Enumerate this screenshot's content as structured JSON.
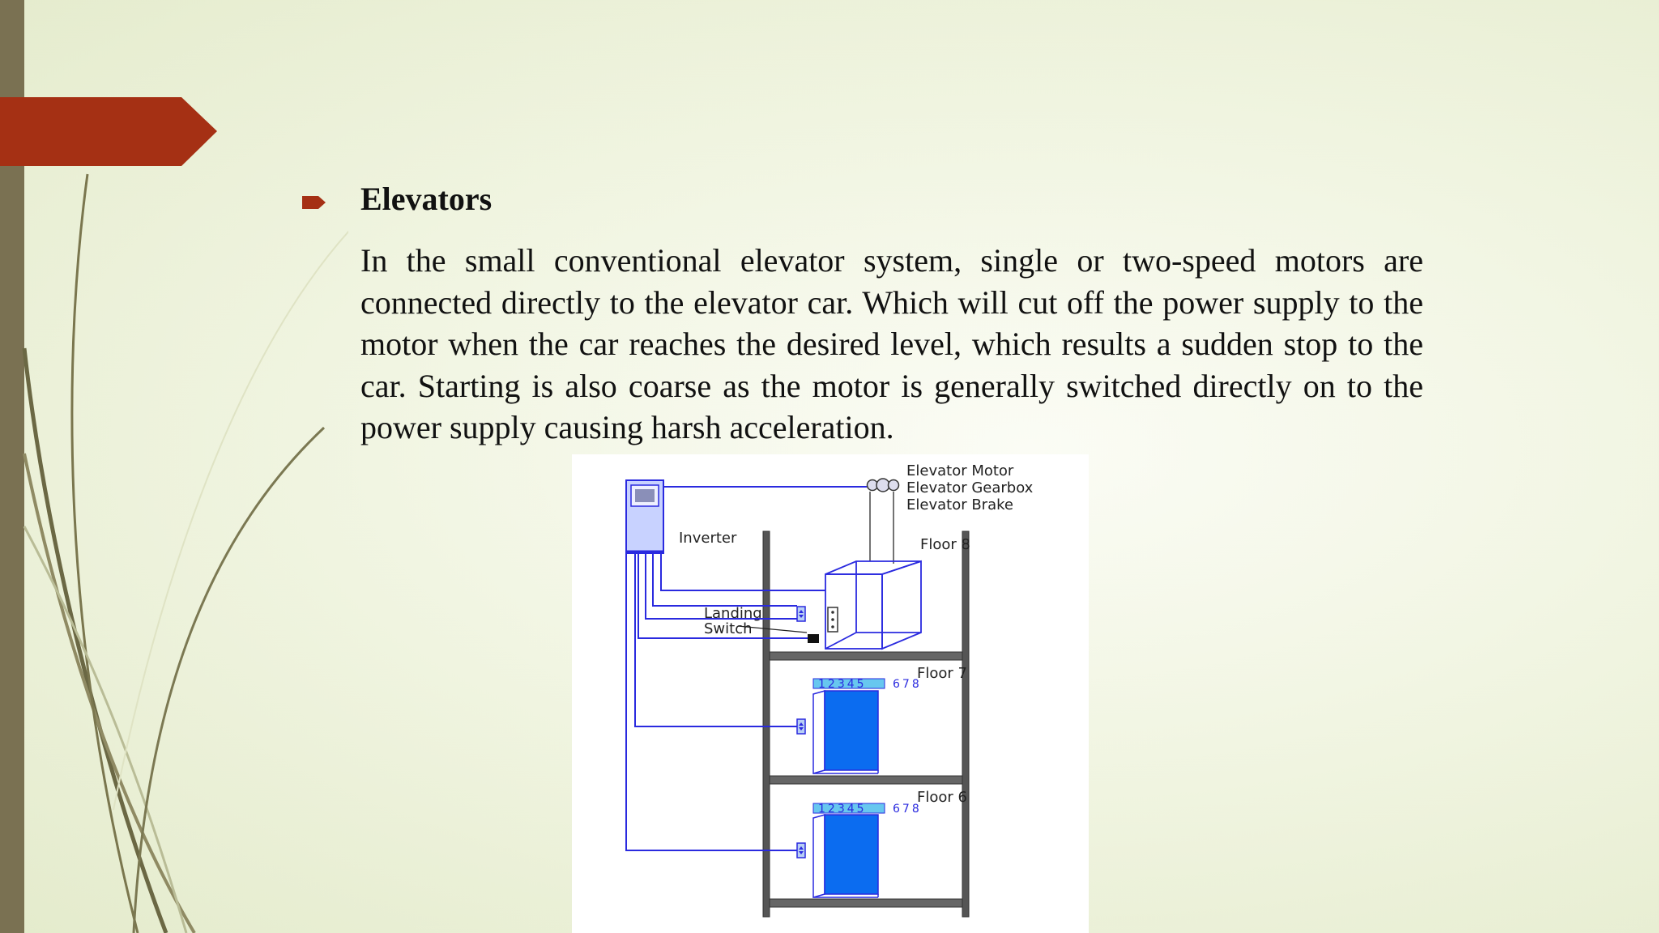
{
  "slide": {
    "heading": "Elevators",
    "paragraph": "In the small conventional elevator system, single or two-speed motors are connected directly to the elevator car. Which will cut off the power supply to the motor when the car reaches the desired level, which results a sudden stop to the car. Starting is also coarse as the motor is generally switched directly on to the power supply causing harsh acceleration."
  },
  "diagram": {
    "motor_label": "Elevator Motor",
    "gearbox_label": "Elevator Gearbox",
    "brake_label": "Elevator Brake",
    "inverter_label": "Inverter",
    "landing_switch_line1": "Landing",
    "landing_switch_line2": "Switch",
    "floors": [
      {
        "label": "Floor 8"
      },
      {
        "label": "Floor 7",
        "indicator_lit": "12345",
        "indicator_dim": "678"
      },
      {
        "label": "Floor 6",
        "indicator_lit": "12345",
        "indicator_dim": "678"
      }
    ]
  },
  "colors": {
    "accent_red": "#a53014",
    "left_bar": "#7a7152",
    "diagram_blue": "#2a2adf",
    "door_blue": "#0b6cf0"
  }
}
